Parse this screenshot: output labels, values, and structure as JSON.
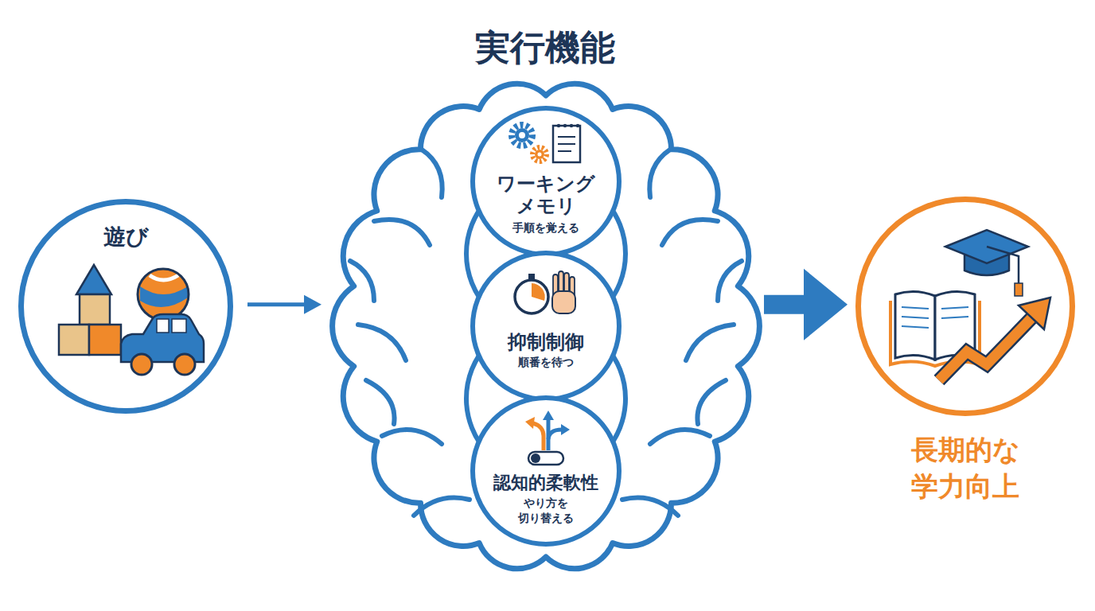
{
  "diagram": {
    "nodes": [
      {
        "text": [
          "遊び"
        ]
      },
      {
        "text": [
          "実行機能"
        ]
      },
      {
        "text": [
          "ワーキング メモリ",
          "手順を覚える"
        ],
        "in": 1
      },
      {
        "text": [
          "抑制制御",
          "順番を待つ"
        ],
        "in": 1
      },
      {
        "text": [
          "認知的柔軟性",
          "やり方を 切り替える"
        ],
        "in": 1
      },
      {
        "text": [
          "長期的な 学力向上"
        ]
      }
    ],
    "edges": [
      {
        "from": 0,
        "to": 1,
        "arrow": "to"
      },
      {
        "from": 1,
        "to": 5,
        "arrow": "to"
      }
    ]
  }
}
